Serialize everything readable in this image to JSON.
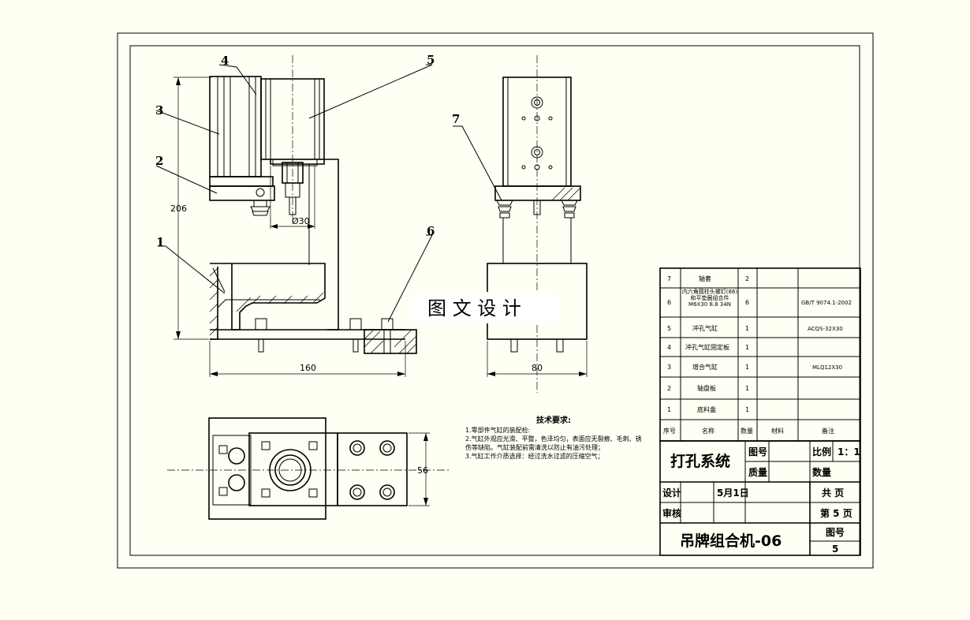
{
  "watermark": "图 文 设 计",
  "part_numbers": [
    "1",
    "2",
    "3",
    "4",
    "5",
    "6",
    "7"
  ],
  "dimensions": {
    "height": "206",
    "bore": "Ø30",
    "width_front": "160",
    "width_side": "80",
    "width_top": "56"
  },
  "technical_requirements": {
    "title": "技术要求:",
    "lines": [
      "1.零部件气缸的装配检:",
      "2.气缸外观应光滑、平整，色泽均匀，表面应无裂痕、毛刺、锈",
      "伤等缺陷。气缸装配前需清洗以防止有油污处理；",
      "3.气缸工作介质选择：经过洗水过滤的压缩空气；"
    ]
  },
  "bom": {
    "rows": [
      {
        "no": "7",
        "name": "轴套",
        "qty": "2",
        "material": "",
        "remark": ""
      },
      {
        "no": "6",
        "name": "内六角圆柱头螺钉(86)和平垫圈组合件M6X30 8.8 34N",
        "qty": "6",
        "material": "",
        "remark": "GB/T 9074.1-2002"
      },
      {
        "no": "5",
        "name": "冲孔气缸",
        "qty": "1",
        "material": "",
        "remark": "ACQS-32X30"
      },
      {
        "no": "4",
        "name": "冲孔气缸固定板",
        "qty": "1",
        "material": "",
        "remark": ""
      },
      {
        "no": "3",
        "name": "增合气缸",
        "qty": "1",
        "material": "",
        "remark": "MLQ12X30"
      },
      {
        "no": "2",
        "name": "轴盘板",
        "qty": "1",
        "material": "",
        "remark": ""
      },
      {
        "no": "1",
        "name": "底料盒",
        "qty": "1",
        "material": "",
        "remark": ""
      }
    ],
    "header": {
      "no": "序号",
      "name": "名称",
      "qty": "数量",
      "material": "材料",
      "remark": "备注"
    }
  },
  "title_block": {
    "drawing_title": "打孔系统",
    "label_drawing_no": "图号",
    "label_scale": "比例",
    "scale_value": "1：1",
    "label_mass": "质量",
    "label_quantity": "数量",
    "label_design": "设计",
    "design_date": "5月1日",
    "label_total": "共  页",
    "label_review": "审核",
    "label_sheet": "第 5 页",
    "project_name": "吊牌组合机-06",
    "label_drawing_no2": "图号",
    "drawing_no_value": "5"
  }
}
